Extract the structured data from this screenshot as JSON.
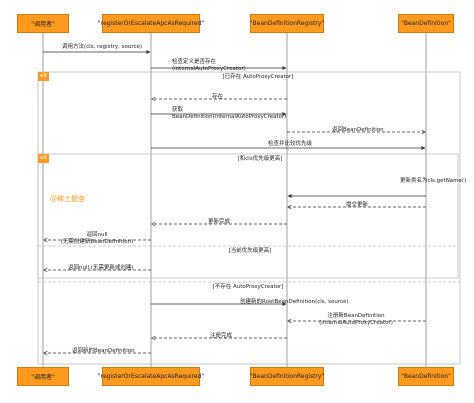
{
  "participants": [
    {
      "label": "\"调用者\""
    },
    {
      "label": "\"registerOrEscalateApcAsRequired\""
    },
    {
      "label": "\"BeanDefinitionRegistry\""
    },
    {
      "label": "\"BeanDefinition\""
    }
  ],
  "messages": {
    "m1": "调用方法(cls, registry, source)",
    "m2": "检查定义是否存在(internalAutoProxyCreator)",
    "m3": "存在",
    "m4": "获取BeanDefinition(internalAutoProxyCreator)",
    "m5": "返回BeanDefinition",
    "m6": "检查并比较优先级",
    "m7": "更新类名为cls.getName()",
    "m8": "提交更新",
    "m9": "更新完成",
    "m10": "返回null\n(无需创建新BeanDefinition)",
    "m11": "返回null (无需更新或创建)",
    "m12": "创建新的RootBeanDefinition(cls, source)",
    "m13": "注册新BeanDefinition\n(internalAutoProxyCreator)",
    "m14": "注册完成",
    "m15": "返回新的BeanDefinition"
  },
  "fragments": {
    "alt_tag": "alt",
    "alt_guard1": "[已存在 AutoProxyCreator]",
    "alt_guard2": "[不存在 AutoProxyCreator]",
    "inner_tag": "alt",
    "inner_guard1": "[和cls优先级更高]",
    "inner_guard2": "[当前优先级更高]"
  },
  "watermark": "@稀土掘金"
}
